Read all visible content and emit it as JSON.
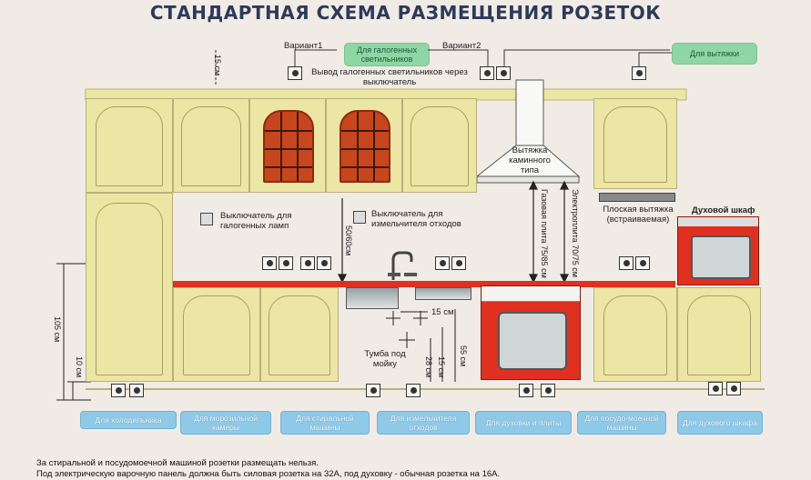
{
  "title": "СТАНДАРТНАЯ СХЕМА РАЗМЕЩЕНИЯ РОЗЕТОК",
  "labels": {
    "variant1": "Вариант1",
    "variant2": "Вариант2",
    "halogen_pill": "Для галогенных светильников",
    "hood_pill": "Для вытяжки",
    "halogen_output": "Вывод галогенных светильников через выключатель",
    "dim_15cm_top": "15 см",
    "hood_fireplace": "Вытяжка каминного типа",
    "hood_flat": "Плоская вытяжка (встраиваемая)",
    "oven_cabinet": "Духовой шкаф",
    "switch_halogen": "Выключатель для галогенных ламп",
    "switch_disposer": "Выключатель для измельчителя отходов",
    "dim_50_60": "50/60см",
    "gas_stove": "Газовая плита 75/85 см",
    "electric_stove": "Электроплита 70/75 см",
    "dim_15cm_sink": "15 см",
    "sink_cabinet": "Тумба под мойку",
    "dim_55": "55 см",
    "dim_28": "28 см",
    "dim_15": "15 см",
    "dim_105": "105 см",
    "dim_10": "10 см"
  },
  "bottom_labels": [
    "Для холодильника",
    "Для морозильной камеры",
    "Для стиральной машины",
    "Для измельчителя отходов",
    "Для духовки и плиты",
    "Для посудо-моечной машины",
    "Для духового шкафа"
  ],
  "notes": [
    "За стиральной и посудомоечной машиной розетки размещать нельзя.",
    "Под электрическую варочную панель должна быть силовая розетка на 32А, под духовку - обычная розетка на 16А."
  ],
  "colors": {
    "title": "#2c3a5a",
    "cabinet": "#ece6a5",
    "countertop": "#e03020",
    "window": "#c8461d",
    "green_label": "#8fd6a5",
    "blue_label": "#8ec9e8"
  }
}
